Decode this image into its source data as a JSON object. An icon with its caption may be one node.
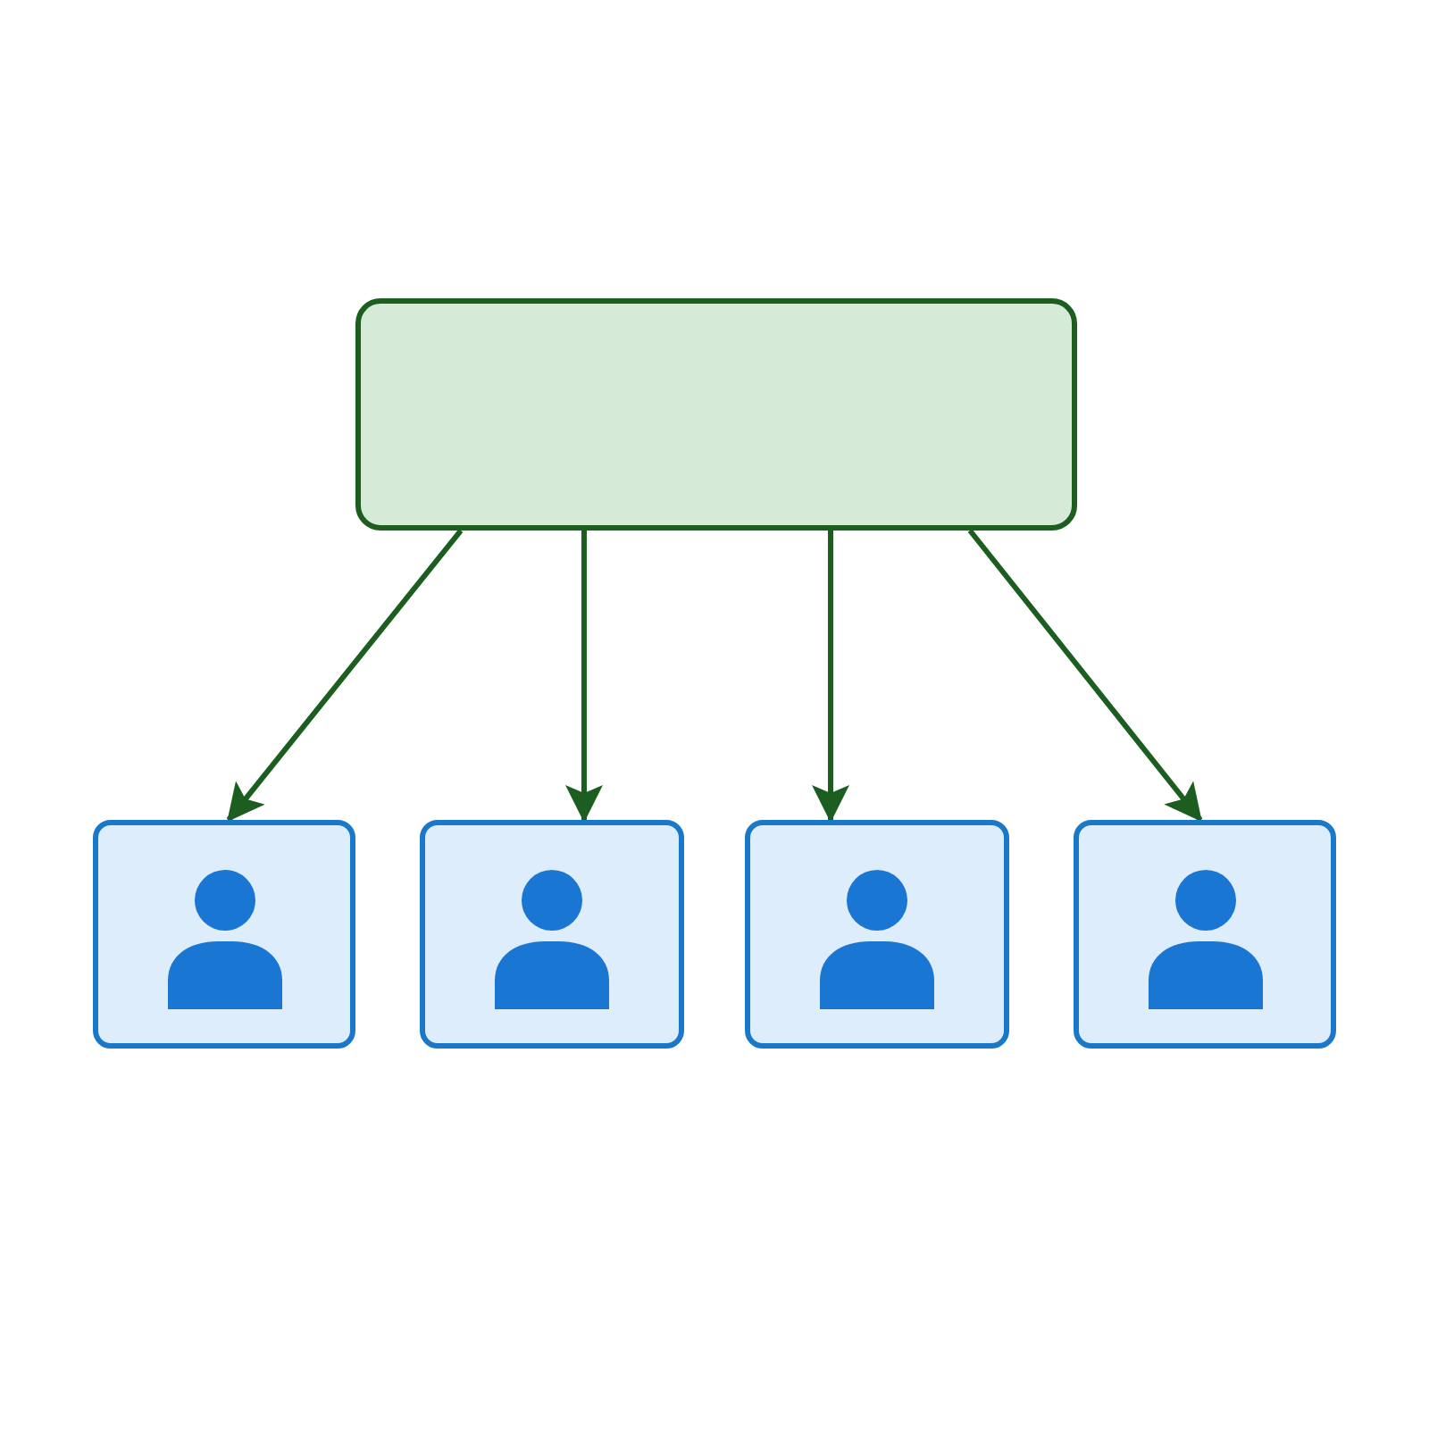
{
  "diagram": {
    "nodes": [
      {
        "text": [],
        "shape": "box"
      },
      {
        "text": [],
        "shape": "person"
      },
      {
        "text": [],
        "shape": "person"
      },
      {
        "text": [],
        "shape": "person"
      },
      {
        "text": [],
        "shape": "person"
      }
    ],
    "edges": [
      {
        "from": 0,
        "to": 1,
        "arrow": "to"
      },
      {
        "from": 0,
        "to": 2,
        "arrow": "to"
      },
      {
        "from": 0,
        "to": 3,
        "arrow": "to"
      },
      {
        "from": 0,
        "to": 4,
        "arrow": "to"
      }
    ]
  }
}
